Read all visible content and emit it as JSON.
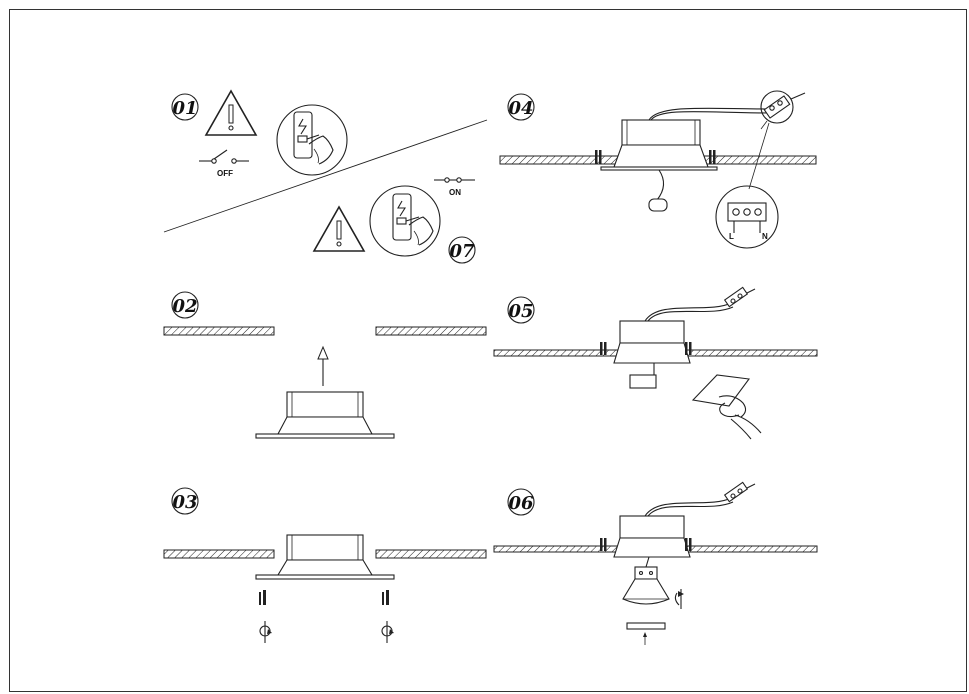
{
  "steps": [
    {
      "id": "01",
      "label": "01"
    },
    {
      "id": "02",
      "label": "02"
    },
    {
      "id": "03",
      "label": "03"
    },
    {
      "id": "04",
      "label": "04"
    },
    {
      "id": "05",
      "label": "05"
    },
    {
      "id": "06",
      "label": "06"
    },
    {
      "id": "07",
      "label": "07"
    }
  ],
  "switch_labels": {
    "off": "OFF",
    "on": "ON"
  },
  "terminal_labels": {
    "left": "L",
    "right": "N"
  },
  "colors": {
    "line": "#222222",
    "background": "#ffffff",
    "light_fill": "#dcdcdc"
  }
}
